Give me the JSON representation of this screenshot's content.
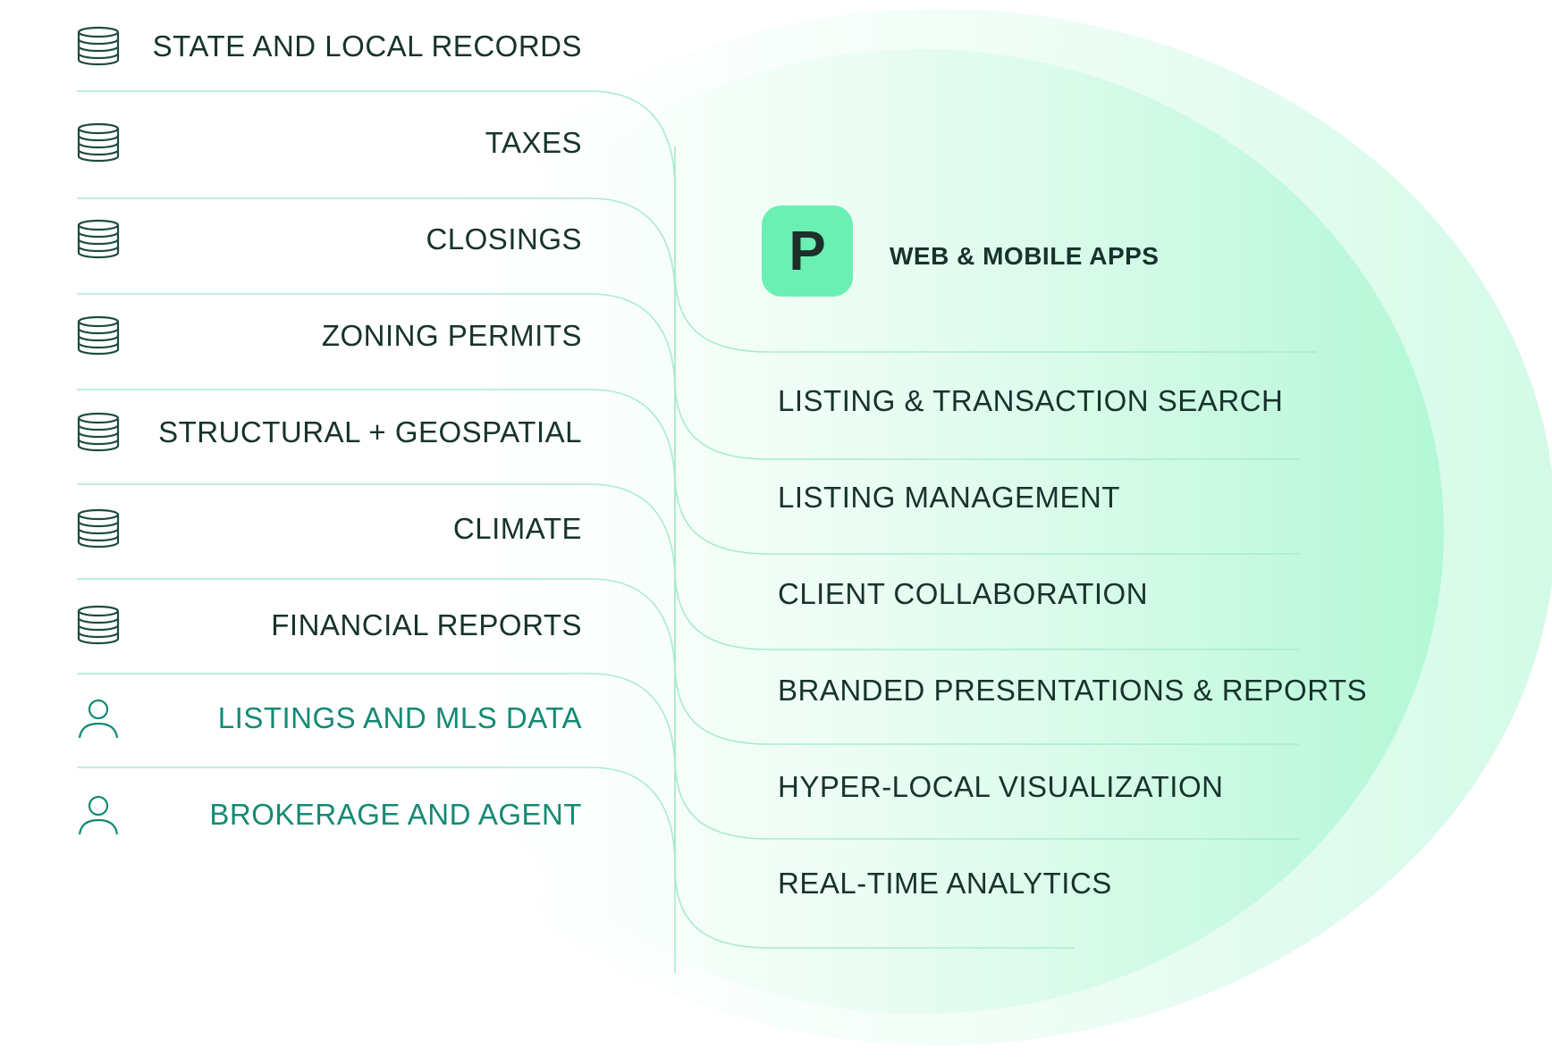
{
  "colors": {
    "line": "#a9ebcf",
    "text_dark": "#17332c",
    "text_teal": "#148a74",
    "logo_bg": "#6bf0b4",
    "glow": "#b6f8d8"
  },
  "sources": [
    {
      "label": "STATE AND LOCAL RECORDS",
      "icon": "database-icon"
    },
    {
      "label": "TAXES",
      "icon": "database-icon"
    },
    {
      "label": "CLOSINGS",
      "icon": "database-icon"
    },
    {
      "label": "ZONING PERMITS",
      "icon": "database-icon"
    },
    {
      "label": "STRUCTURAL + GEOSPATIAL",
      "icon": "database-icon"
    },
    {
      "label": "CLIMATE",
      "icon": "database-icon"
    },
    {
      "label": "FINANCIAL REPORTS",
      "icon": "database-icon"
    },
    {
      "label": "LISTINGS AND MLS DATA",
      "icon": "person-icon"
    },
    {
      "label": "BROKERAGE AND AGENT",
      "icon": "person-icon"
    }
  ],
  "apps": {
    "logo_letter": "P",
    "title": "WEB & MOBILE APPS",
    "items": [
      "LISTING & TRANSACTION SEARCH",
      "LISTING MANAGEMENT",
      "CLIENT COLLABORATION",
      "BRANDED PRESENTATIONS & REPORTS",
      "HYPER-LOCAL VISUALIZATION",
      "REAL-TIME ANALYTICS"
    ]
  }
}
